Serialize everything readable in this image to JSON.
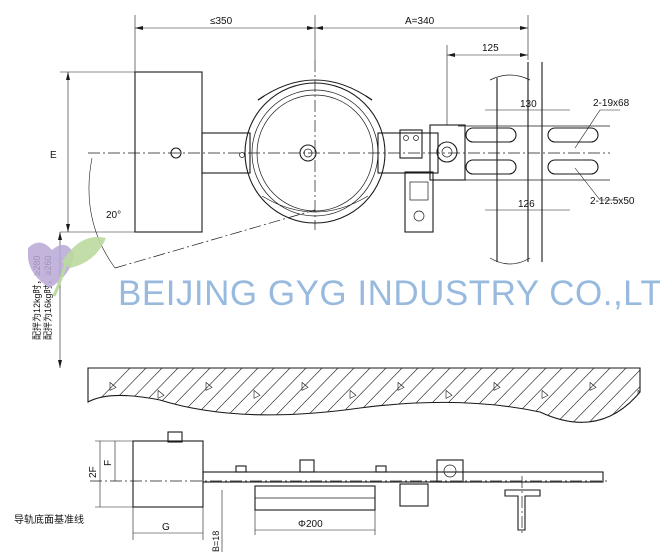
{
  "dimensions": {
    "top_left": "≤350",
    "top_right": "A=340",
    "d125": "125",
    "d130": "130",
    "d126": "126",
    "slot1": "2-19x68",
    "slot2": "2-12.5x50",
    "e": "E",
    "angle": "20°",
    "side1": "配拌为12kg时，≥280",
    "side2": "配拌为16kg时，≥260",
    "twoF": "2F",
    "f": "F",
    "g": "G",
    "b": "B=18",
    "phi": "Φ200",
    "baseline": "导轨底面基准线"
  },
  "watermark": {
    "text": "BEIJING GYG INDUSTRY CO.,LTD",
    "color": "#8fb3dc"
  },
  "colors": {
    "line": "#1a1a1a",
    "logo_purple": "#b9a7d6",
    "logo_green": "#bcd9a0"
  }
}
